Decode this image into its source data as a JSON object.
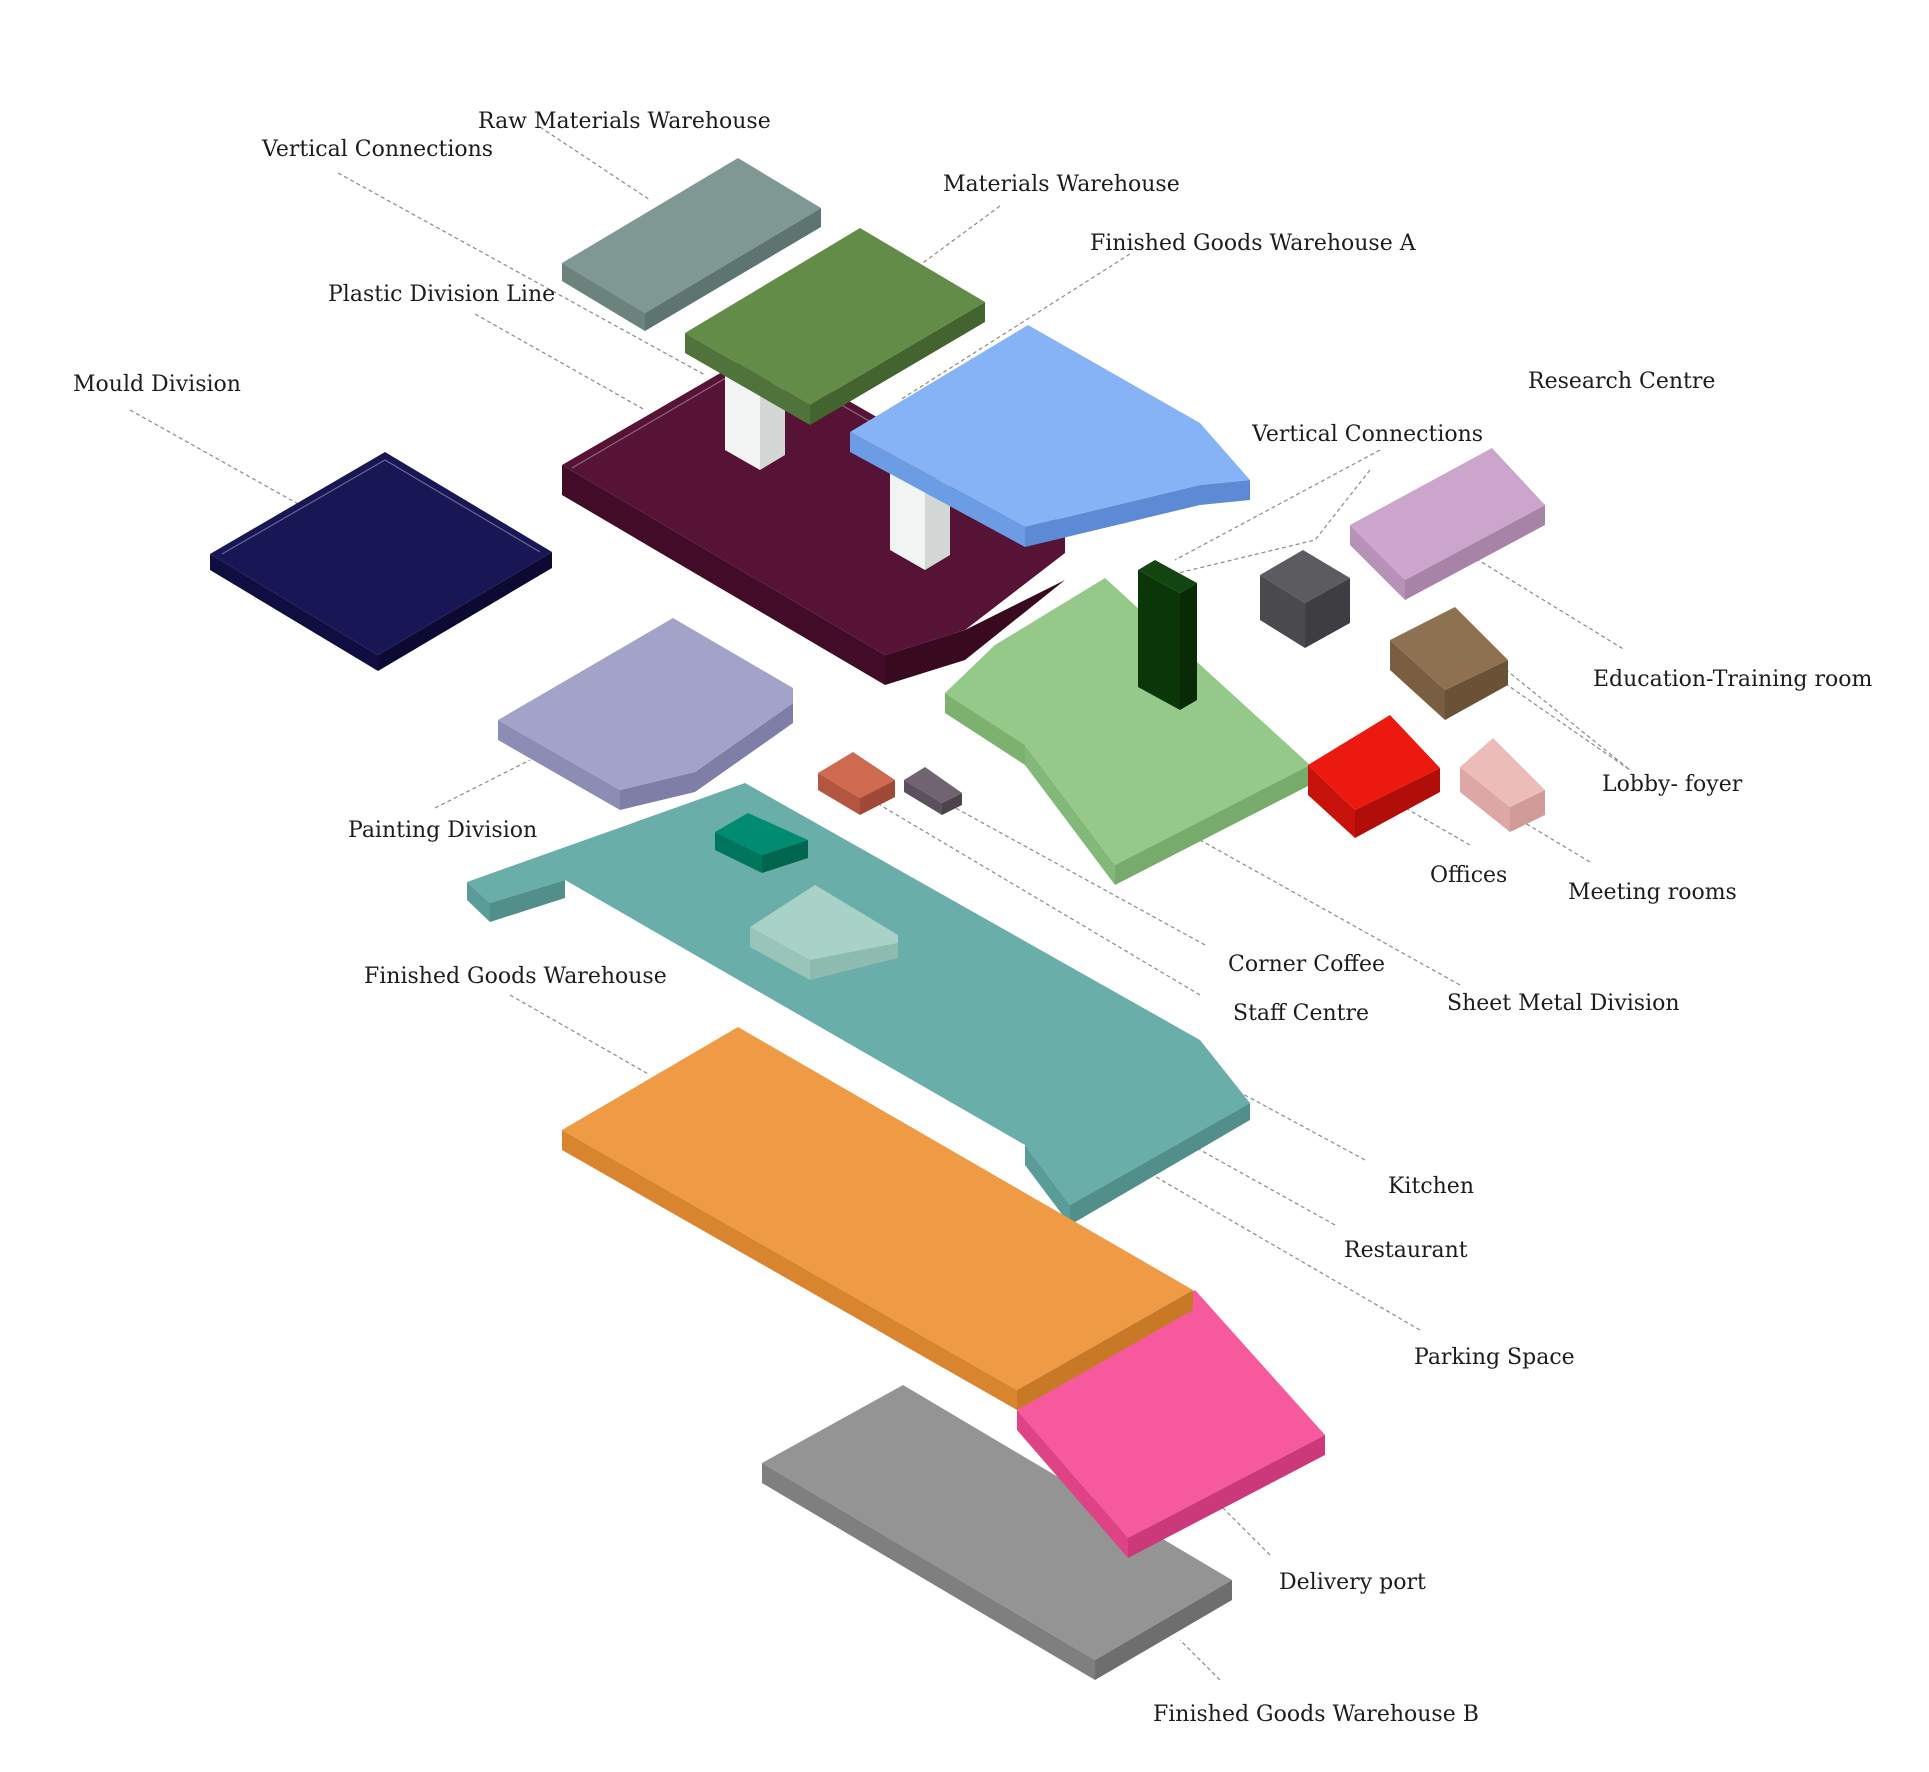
{
  "colors": {
    "mould": "#181654",
    "raw_materials": "#7f9893",
    "materials": "#638c48",
    "plastic": "#561336",
    "vertical": "#e5e8e6",
    "finished_a": "#86b3f6",
    "painting": "#a3a3c9",
    "sheet_metal": "#95c98a",
    "vertical_dark": "#12450f",
    "research": "#5c5b5f",
    "education": "#cca5cc",
    "lobby": "#8e7150",
    "offices": "#ec1911",
    "meeting": "#ecbcb9",
    "corner_coffee": "#cd6a50",
    "staff": "#6f6470",
    "kitchen": "#008c70",
    "restaurant": "#6aaeaa",
    "parking": "#a8d2c8",
    "finished_goods": "#ef9a45",
    "delivery": "#f65a9c",
    "finished_b": "#949494"
  },
  "labels": {
    "raw_materials": "Raw Materials Warehouse",
    "vertical_top": "Vertical Connections",
    "materials": "Materials Warehouse",
    "finished_a": "Finished Goods Warehouse A",
    "plastic": "Plastic Division Line",
    "mould": "Mould Division",
    "research": "Research Centre",
    "vertical_right": "Vertical Connections",
    "education": "Education-Training room",
    "lobby": "Lobby- foyer",
    "painting": "Painting Division",
    "offices": "Offices",
    "meeting": "Meeting rooms",
    "corner_coffee": "Corner Coffee",
    "sheet_metal": "Sheet Metal Division",
    "staff": "Staff  Centre",
    "finished_goods": "Finished Goods Warehouse",
    "kitchen": "Kitchen",
    "restaurant": "Restaurant",
    "parking": "Parking Space",
    "delivery": "Delivery port",
    "finished_b": "Finished Goods Warehouse B"
  }
}
